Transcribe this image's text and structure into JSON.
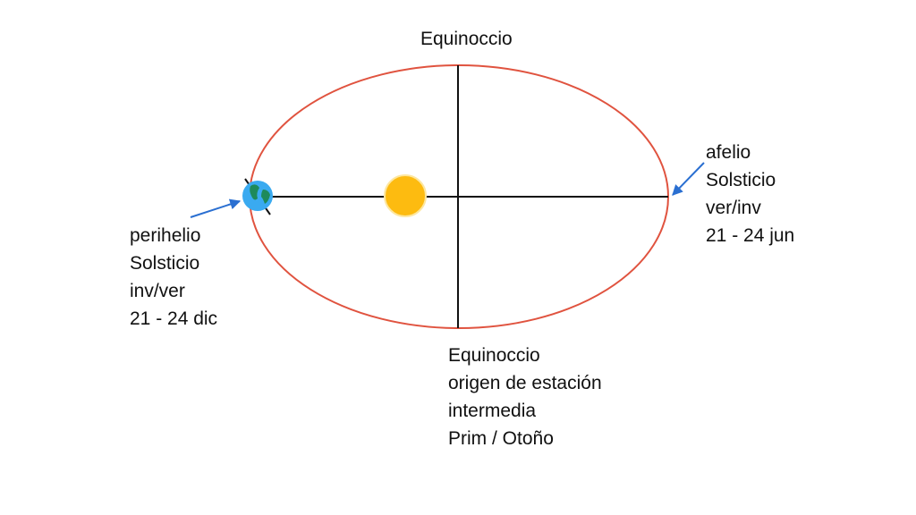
{
  "labels": {
    "top": "Equinoccio",
    "left": [
      "perihelio",
      "Solsticio",
      "inv/ver",
      "21 - 24 dic"
    ],
    "right": [
      "afelio",
      "Solsticio",
      "ver/inv",
      "21 - 24 jun"
    ],
    "bottom": [
      "Equinoccio",
      "origen de estación",
      "intermedia",
      "Prim / Otoño"
    ]
  },
  "colors": {
    "orbit": "#e0533f",
    "axes": "#111111",
    "sun": "#fdbb10",
    "earth_ocean": "#3aaaf0",
    "earth_land": "#1e8a5a",
    "arrow": "#2a6fd1"
  }
}
